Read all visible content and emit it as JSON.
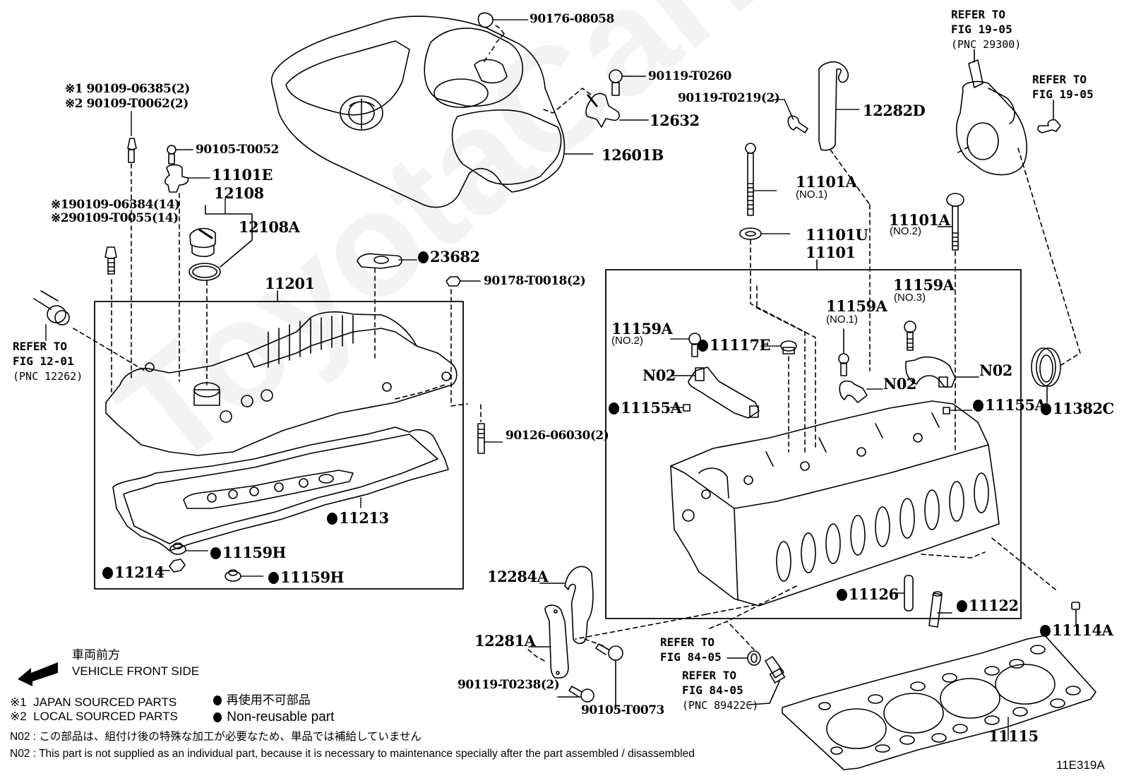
{
  "diagram": {
    "figure_code": "11E319A",
    "watermark": "ToyotaCarMine.ru",
    "groups": {
      "cylinder_head_cover": "11201",
      "cylinder_head": "11101"
    },
    "parts": {
      "p_90176_08058": "90176-08058",
      "p_90119_T0260": "90119-T0260",
      "p_90119_T0219": "90119-T0219(2)",
      "p_12632": "12632",
      "p_12601B": "12601B",
      "p_12282D": "12282D",
      "p_11101A_no1": "11101A",
      "p_11101A_no1_sub": "(NO.1)",
      "p_11101U": "11101U",
      "p_11101": "11101",
      "p_11101A_no2": "11101A",
      "p_11101A_no2_sub": "(NO.2)",
      "p_bolt1_line1_mark": "※1",
      "p_bolt1_line1": "90109-06385(2)",
      "p_bolt1_line2_mark": "※2",
      "p_bolt1_line2": "90109-T0062(2)",
      "p_90105_T0052": "90105-T0052",
      "p_11101E": "11101E",
      "p_12108": "12108",
      "p_12108A": "12108A",
      "p_bolt2_line1_mark": "※1",
      "p_bolt2_line1": "90109-06384(14)",
      "p_bolt2_line2_mark": "※2",
      "p_bolt2_line2": "90109-T0055(14)",
      "p_23682": "23682",
      "p_90178_T0018": "90178-T0018(2)",
      "p_90126_06030": "90126-06030(2)",
      "p_11213": "11213",
      "p_11159H_a": "11159H",
      "p_11159H_b": "11159H",
      "p_11214": "11214",
      "p_11159A_no2": "11159A",
      "p_11159A_no2_sub": "(NO.2)",
      "p_11117E": "11117E",
      "p_11159A_no1": "11159A",
      "p_11159A_no1_sub": "(NO.1)",
      "p_11159A_no3": "11159A",
      "p_11159A_no3_sub": "(NO.3)",
      "p_N02_a": "N02",
      "p_N02_b": "N02",
      "p_N02_c": "N02",
      "p_11155A_a": "11155A",
      "p_11155A_b": "11155A",
      "p_11382C": "11382C",
      "p_11126": "11126",
      "p_11122": "11122",
      "p_11114A": "11114A",
      "p_12284A": "12284A",
      "p_12281A": "12281A",
      "p_90119_T0238": "90119-T0238(2)",
      "p_90105_T0073": "90105-T0073",
      "p_11115": "11115"
    },
    "references": {
      "ref_fig_19_05_pnc": {
        "line1": "REFER TO",
        "line2": "FIG 19-05",
        "pnc": "(PNC 29300)"
      },
      "ref_fig_19_05": {
        "line1": "REFER TO",
        "line2": "FIG 19-05"
      },
      "ref_fig_12_01": {
        "line1": "REFER TO",
        "line2": "FIG 12-01",
        "pnc": "(PNC 12262)"
      },
      "ref_fig_84_05_a": {
        "line1": "REFER TO",
        "line2": "FIG 84-05"
      },
      "ref_fig_84_05_b": {
        "line1": "REFER TO",
        "line2": "FIG 84-05",
        "pnc": "(PNC 89422C)"
      }
    }
  },
  "legend": {
    "direction_jp": "車両前方",
    "direction_en": "VEHICLE FRONT SIDE",
    "mark1_symbol": "※1",
    "mark1_label": "JAPAN SOURCED PARTS",
    "mark2_symbol": "※2",
    "mark2_label": "LOCAL SOURCED PARTS",
    "nonreusable_jp": "再使用不可部品",
    "nonreusable_en": "Non-reusable part"
  },
  "notes": {
    "n02_jp": "N02 : この部品は、組付け後の特殊な加工が必要なため、単品では補給していません",
    "n02_en": "N02 : This part is not supplied as an individual part, because it is necessary to maintenance specially after the part assembled / disassembled"
  }
}
